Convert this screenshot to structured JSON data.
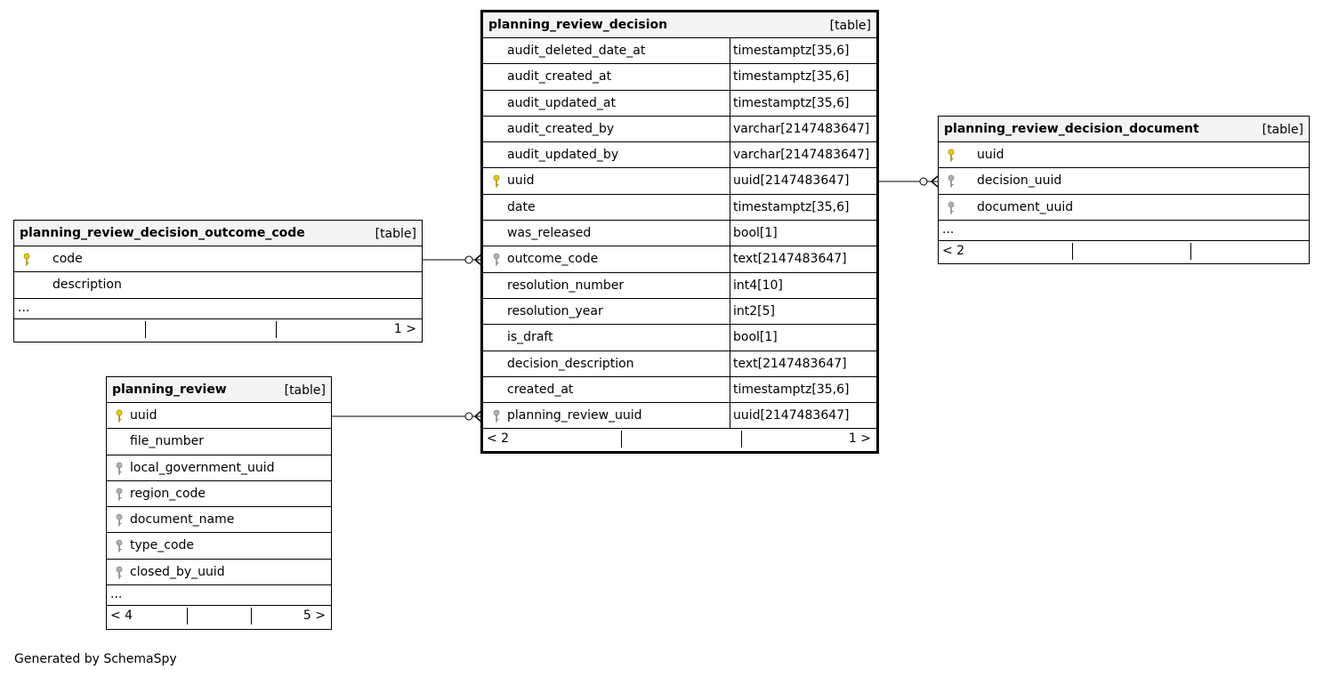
{
  "tables": {
    "decision": {
      "name": "planning_review_decision",
      "kind": "[table]",
      "columns": [
        {
          "name": "audit_deleted_date_at",
          "type": "timestamptz[35,6]",
          "key": ""
        },
        {
          "name": "audit_created_at",
          "type": "timestamptz[35,6]",
          "key": ""
        },
        {
          "name": "audit_updated_at",
          "type": "timestamptz[35,6]",
          "key": ""
        },
        {
          "name": "audit_created_by",
          "type": "varchar[2147483647]",
          "key": ""
        },
        {
          "name": "audit_updated_by",
          "type": "varchar[2147483647]",
          "key": ""
        },
        {
          "name": "uuid",
          "type": "uuid[2147483647]",
          "key": "primary"
        },
        {
          "name": "date",
          "type": "timestamptz[35,6]",
          "key": ""
        },
        {
          "name": "was_released",
          "type": "bool[1]",
          "key": ""
        },
        {
          "name": "outcome_code",
          "type": "text[2147483647]",
          "key": "foreign"
        },
        {
          "name": "resolution_number",
          "type": "int4[10]",
          "key": ""
        },
        {
          "name": "resolution_year",
          "type": "int2[5]",
          "key": ""
        },
        {
          "name": "is_draft",
          "type": "bool[1]",
          "key": ""
        },
        {
          "name": "decision_description",
          "type": "text[2147483647]",
          "key": ""
        },
        {
          "name": "created_at",
          "type": "timestamptz[35,6]",
          "key": ""
        },
        {
          "name": "planning_review_uuid",
          "type": "uuid[2147483647]",
          "key": "foreign"
        }
      ],
      "footer_left": "< 2",
      "footer_right": "1 >"
    },
    "document": {
      "name": "planning_review_decision_document",
      "kind": "[table]",
      "columns": [
        {
          "name": "uuid",
          "key": "primary"
        },
        {
          "name": "decision_uuid",
          "key": "foreign"
        },
        {
          "name": "document_uuid",
          "key": "foreign"
        }
      ],
      "ellipsis": "...",
      "footer_left": "< 2",
      "footer_right": ""
    },
    "outcome": {
      "name": "planning_review_decision_outcome_code",
      "kind": "[table]",
      "columns": [
        {
          "name": "code",
          "key": "primary"
        },
        {
          "name": "description",
          "key": ""
        }
      ],
      "ellipsis": "...",
      "footer_left": "",
      "footer_right": "1 >"
    },
    "review": {
      "name": "planning_review",
      "kind": "[table]",
      "columns": [
        {
          "name": "uuid",
          "key": "primary"
        },
        {
          "name": "file_number",
          "key": ""
        },
        {
          "name": "local_government_uuid",
          "key": "foreign"
        },
        {
          "name": "region_code",
          "key": "foreign"
        },
        {
          "name": "document_name",
          "key": "foreign"
        },
        {
          "name": "type_code",
          "key": "foreign"
        },
        {
          "name": "closed_by_uuid",
          "key": "foreign"
        }
      ],
      "ellipsis": "...",
      "footer_left": "< 4",
      "footer_right": "5 >"
    }
  },
  "credit": "Generated by SchemaSpy",
  "colors": {
    "primary_key": "#e6d000",
    "foreign_key": "#b0b0b0",
    "header_bg": "#f4f4f4"
  }
}
